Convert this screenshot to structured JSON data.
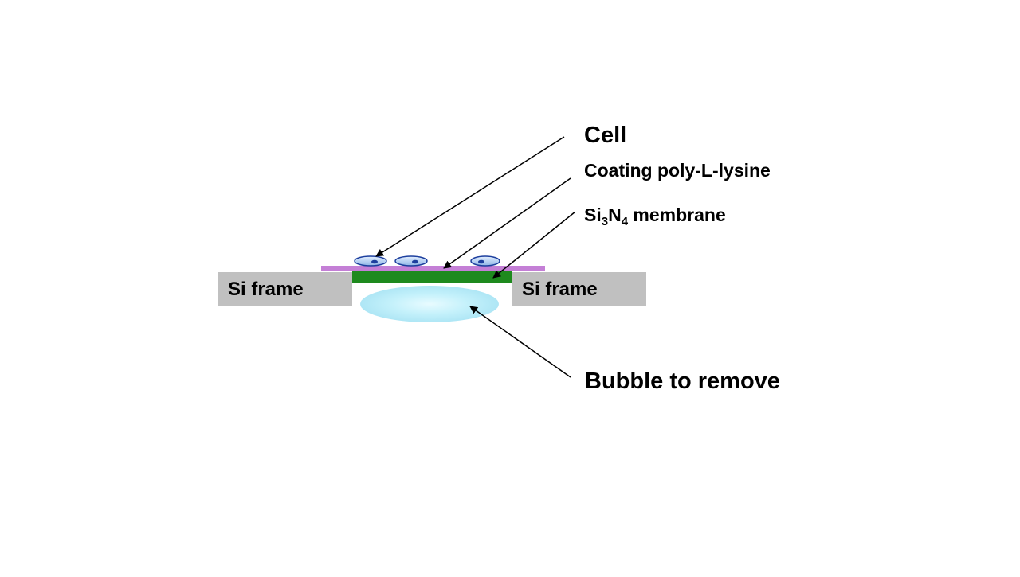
{
  "labels": {
    "cell": "Cell",
    "coating": "Coating poly-L-lysine",
    "membrane_si": "Si",
    "membrane_sub3": "3",
    "membrane_n": "N",
    "membrane_sub4": "4",
    "membrane_rest": " membrane",
    "bubble": "Bubble to remove",
    "frame_left": "Si frame",
    "frame_right": "Si frame"
  },
  "colors": {
    "frame": "#c0c0c0",
    "membrane": "#1e8a1e",
    "coating": "#c47fd6",
    "cell_body": "#b6d2f0",
    "cell_outline": "#1d3f9e",
    "nucleus": "#1d3f9e",
    "bubble": "#aeeaf6",
    "arrow": "#000000"
  }
}
